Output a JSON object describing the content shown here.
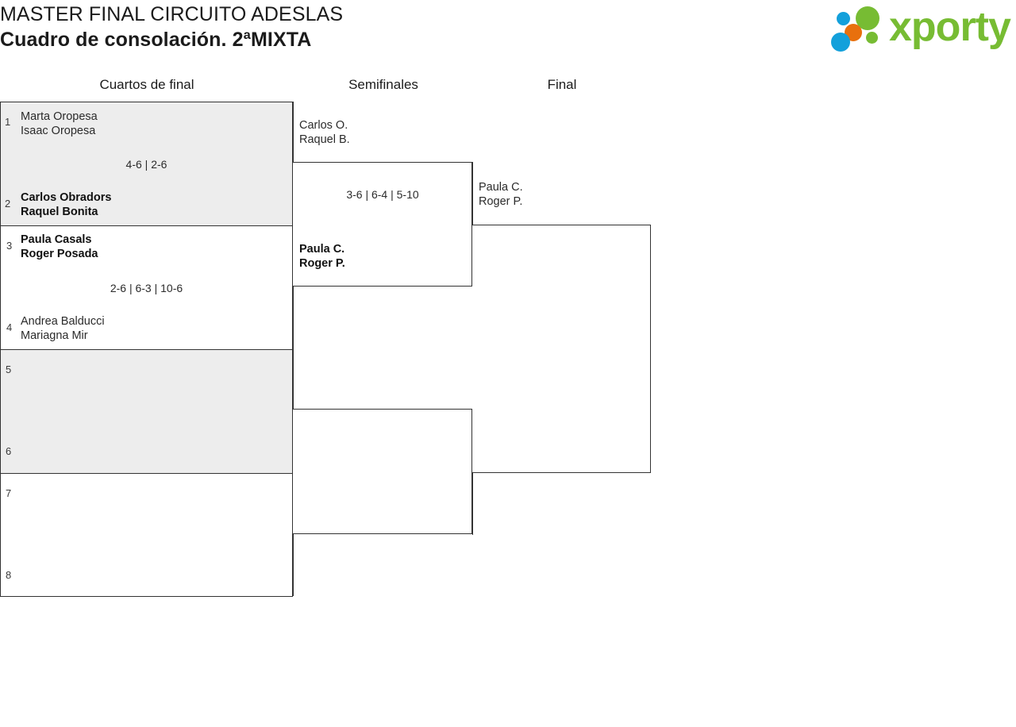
{
  "header": {
    "title_line1": "MASTER FINAL CIRCUITO ADESLAS",
    "title_line2": "Cuadro de consolación. 2ªMIXTA",
    "logo_text": "xporty",
    "logo_colors": {
      "green": "#77bc33",
      "blue": "#13a0db",
      "orange": "#e8700d"
    }
  },
  "rounds": [
    {
      "label": "Cuartos de final"
    },
    {
      "label": "Semifinales"
    },
    {
      "label": "Final"
    }
  ],
  "quarterfinals": [
    {
      "shaded": true,
      "top": {
        "seed": "1",
        "line1": "Marta Oropesa",
        "line2": "Isaac Oropesa",
        "winner": false
      },
      "bottom": {
        "seed": "2",
        "line1": "Carlos Obradors",
        "line2": "Raquel Bonita",
        "winner": true
      },
      "score": "4-6 | 2-6"
    },
    {
      "shaded": false,
      "top": {
        "seed": "3",
        "line1": "Paula Casals",
        "line2": "Roger Posada",
        "winner": true
      },
      "bottom": {
        "seed": "4",
        "line1": "Andrea Balducci",
        "line2": "Mariagna Mir",
        "winner": false
      },
      "score": "2-6 | 6-3 | 10-6"
    },
    {
      "shaded": true,
      "top": {
        "seed": "5",
        "line1": "",
        "line2": "",
        "winner": false
      },
      "bottom": {
        "seed": "6",
        "line1": "",
        "line2": "",
        "winner": false
      },
      "score": ""
    },
    {
      "shaded": false,
      "top": {
        "seed": "7",
        "line1": "",
        "line2": "",
        "winner": false
      },
      "bottom": {
        "seed": "8",
        "line1": "",
        "line2": "",
        "winner": false
      },
      "score": ""
    }
  ],
  "semifinals": [
    {
      "top": {
        "line1": "Carlos O.",
        "line2": "Raquel B.",
        "winner": false
      },
      "bottom": {
        "line1": "Paula C.",
        "line2": "Roger P.",
        "winner": true
      },
      "score": "3-6 | 6-4 | 5-10"
    },
    {
      "top": {
        "line1": "",
        "line2": "",
        "winner": false
      },
      "bottom": {
        "line1": "",
        "line2": "",
        "winner": false
      },
      "score": ""
    }
  ],
  "final": [
    {
      "top": {
        "line1": "Paula C.",
        "line2": "Roger P.",
        "winner": false
      },
      "bottom": {
        "line1": "",
        "line2": "",
        "winner": false
      },
      "score": ""
    }
  ]
}
